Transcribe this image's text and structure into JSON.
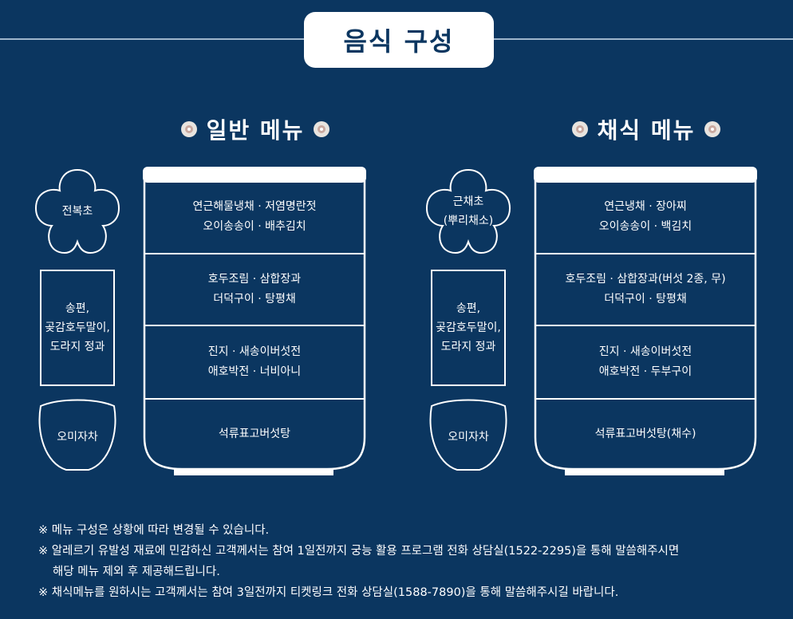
{
  "title": "음식 구성",
  "general": {
    "heading": "일반 메뉴",
    "flower_side": "전복초",
    "box_side": [
      "송편,",
      "곶감호두말이,",
      "도라지 정과"
    ],
    "cup_side": "오미자차",
    "tiers": [
      [
        "연근해물냉채 · 저염명란젓",
        "오이송송이 · 배추김치"
      ],
      [
        "호두조림 · 삼합장과",
        "더덕구이 · 탕평채"
      ],
      [
        "진지 · 새송이버섯전",
        "애호박전 · 너비아니"
      ],
      [
        "석류표고버섯탕"
      ]
    ]
  },
  "vegetarian": {
    "heading": "채식 메뉴",
    "flower_side": [
      "근채초",
      "(뿌리채소)"
    ],
    "box_side": [
      "송편,",
      "곶감호두말이,",
      "도라지 정과"
    ],
    "cup_side": "오미자차",
    "tiers": [
      [
        "연근냉채 · 장아찌",
        "오이송송이 · 백김치"
      ],
      [
        "호두조림 · 삼합장과(버섯 2종, 무)",
        "더덕구이 · 탕평채"
      ],
      [
        "진지 · 새송이버섯전",
        "애호박전 · 두부구이"
      ],
      [
        "석류표고버섯탕(채수)"
      ]
    ]
  },
  "notes": [
    "※ 메뉴 구성은 상황에 따라 변경될 수 있습니다.",
    "※ 알레르기 유발성 재료에 민감하신 고객께서는 참여 1일전까지 궁능 활용 프로그램 전화 상담실(1522-2295)을 통해 말씀해주시면",
    "해당 메뉴 제외 후 제공해드립니다.",
    "※ 채식메뉴를 원하시는 고객께서는 참여 3일전까지 티켓링크 전화 상담실(1588-7890)을 통해 말씀해주시길 바랍니다."
  ]
}
